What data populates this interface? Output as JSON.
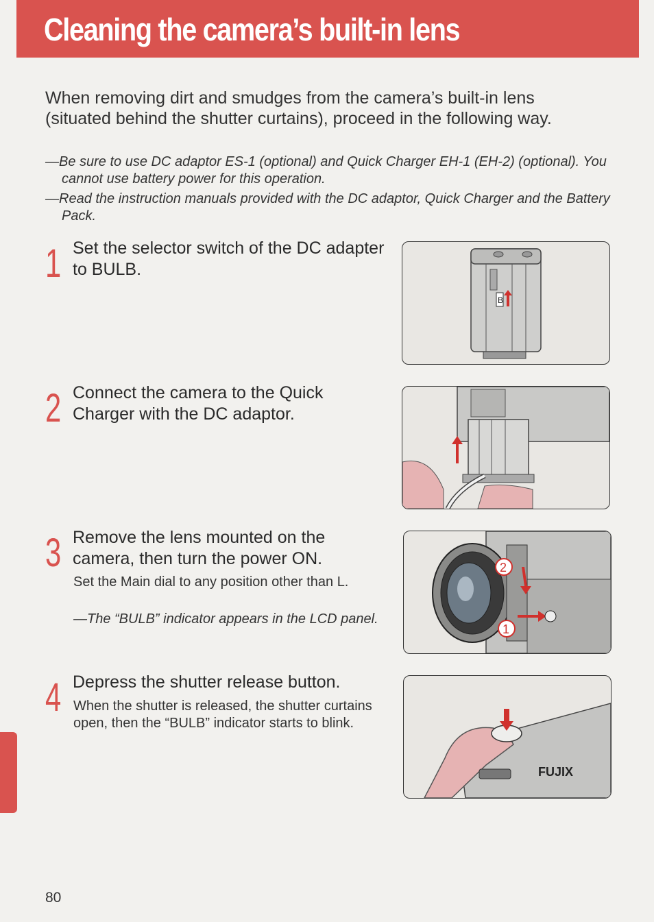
{
  "header": {
    "title": "Cleaning the camera’s built-in lens"
  },
  "intro": "When removing dirt and smudges from the camera’s built-in lens (situated behind the shutter curtains), proceed in the following way.",
  "notes": [
    "—Be sure to use DC adaptor ES-1 (optional) and Quick Charger EH-1 (EH-2) (optional). You cannot use battery power for this operation.",
    "—Read the instruction manuals provided with the DC adaptor, Quick Charger and the Battery Pack."
  ],
  "steps": [
    {
      "number": "1",
      "title": "Set the selector switch of the DC adapter to BULB."
    },
    {
      "number": "2",
      "title": "Connect the camera to the Quick Charger with the DC adaptor."
    },
    {
      "number": "3",
      "title": "Remove the lens mounted on the camera, then turn the power ON.",
      "body": "Set the Main dial to any position other than L.",
      "note": "—The “BULB” indicator appears in the LCD panel."
    },
    {
      "number": "4",
      "title": "Depress the shutter release button.",
      "body": "When the shutter is released, the shutter curtains open, then the “BULB” indicator starts to blink."
    }
  ],
  "illustrations": {
    "step1_switch_label": "B",
    "step3_callout_1": "1",
    "step3_callout_2": "2",
    "step4_brand": "FUJIX"
  },
  "colors": {
    "accent": "#d9534f",
    "arrow": "#d0312d"
  },
  "footer": {
    "page_number": "80"
  }
}
